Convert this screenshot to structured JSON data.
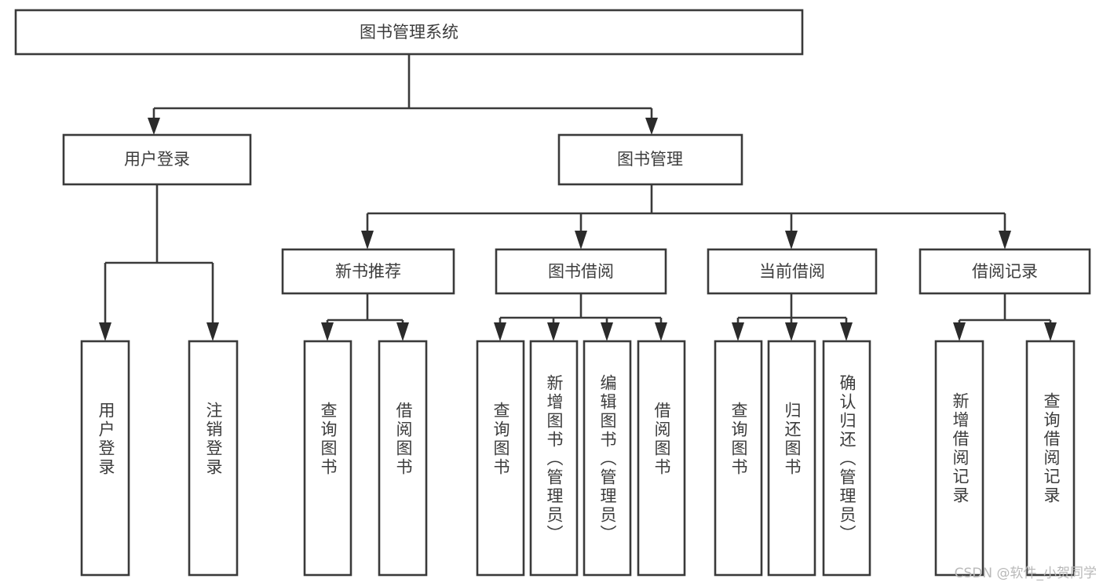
{
  "diagram": {
    "type": "tree-hierarchy",
    "title": "图书管理系统",
    "watermark": "CSDN @软件_小贺同学",
    "colors": {
      "background": "#ffffff",
      "box_stroke": "#3a3a3a",
      "connector": "#3a3a3a",
      "text": "#3c3c3c",
      "watermark": "#b9b9b9"
    },
    "levels": {
      "root": {
        "label": "图书管理系统"
      },
      "level2": [
        {
          "label": "用户登录"
        },
        {
          "label": "图书管理"
        }
      ],
      "level3": [
        {
          "label": "新书推荐"
        },
        {
          "label": "图书借阅"
        },
        {
          "label": "当前借阅"
        },
        {
          "label": "借阅记录"
        }
      ],
      "leaves": {
        "user_login": [
          {
            "label": "用户登录"
          },
          {
            "label": "注销登录"
          }
        ],
        "new_book_recommend": [
          {
            "label": "查询图书"
          },
          {
            "label": "借阅图书"
          }
        ],
        "book_borrow": [
          {
            "label": "查询图书"
          },
          {
            "label": "新增图书（管理员）"
          },
          {
            "label": "编辑图书（管理员）"
          },
          {
            "label": "借阅图书"
          }
        ],
        "current_borrow": [
          {
            "label": "查询图书"
          },
          {
            "label": "归还图书"
          },
          {
            "label": "确认归还（管理员）"
          }
        ],
        "borrow_records": [
          {
            "label": "新增借阅记录"
          },
          {
            "label": "查询借阅记录"
          }
        ]
      }
    }
  }
}
